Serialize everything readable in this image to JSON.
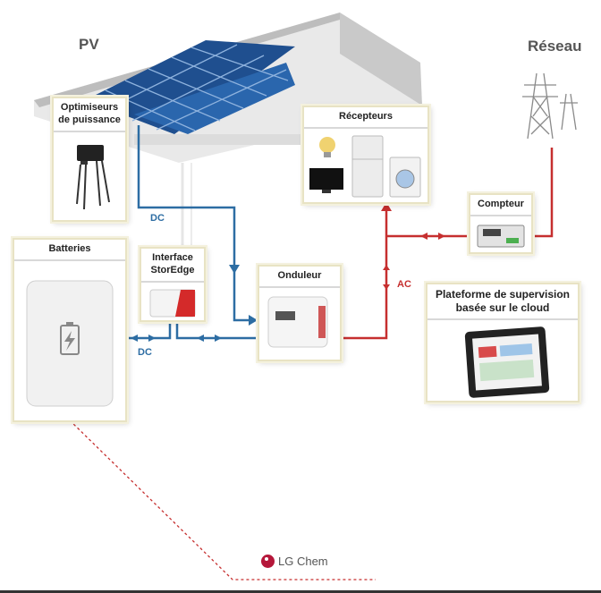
{
  "labels": {
    "pv": "PV",
    "grid": "Réseau",
    "optimizers": "Optimiseurs de puissance",
    "receivers": "Récepteurs",
    "meter": "Compteur",
    "batteries": "Batteries",
    "storedge": "Interface StorEdge",
    "inverter": "Onduleur",
    "platform": "Plateforme de supervision basée sur le cloud",
    "dc_top": "DC",
    "dc_bottom": "DC",
    "ac": "AC",
    "logo": "LG Chem"
  },
  "colors": {
    "dc_wire": "#2d6da3",
    "ac_wire": "#c62f2f",
    "card_border": "#e8e3c4",
    "roof": "#d9d9d9",
    "solar_panel": "#1f4f8f"
  },
  "icons": [
    "solar-panel-icon",
    "power-pylon-icon",
    "optimizer-icon",
    "light-bulb-icon",
    "tv-icon",
    "fridge-icon",
    "washing-machine-icon",
    "meter-device-icon",
    "battery-icon",
    "storedge-device-icon",
    "inverter-device-icon",
    "tablet-dashboard-icon"
  ]
}
